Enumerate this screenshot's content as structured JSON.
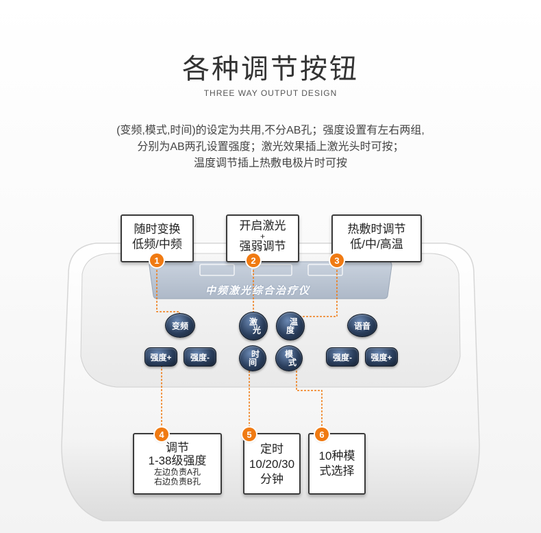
{
  "header": {
    "title": "各种调节按钮",
    "subtitle": "THREE WAY OUTPUT DESIGN",
    "description": [
      "(变频,模式,时间)的设定为共用,不分AB孔；强度设置有左右两组,",
      "分别为AB两孔设置强度；激光效果插上激光头时可按；",
      "温度调节插上热敷电极片时可按"
    ]
  },
  "device": {
    "panel_label": "中频激光综合治疗仪",
    "buttons": {
      "freq": "变频",
      "laser_top": "激",
      "laser_bottom": "光",
      "temp_top": "温",
      "temp_bottom": "度",
      "voice": "语音",
      "strength_up_left": "强度+",
      "strength_down_left": "强度-",
      "time_top": "时",
      "time_bottom": "间",
      "mode_top": "模",
      "mode_bottom": "式",
      "strength_down_right": "强度-",
      "strength_up_right": "强度+"
    }
  },
  "callouts": [
    {
      "number": "1",
      "lines": [
        "随时变换",
        "低频/中频"
      ]
    },
    {
      "number": "2",
      "lines": [
        "开启激光",
        "+",
        "强弱调节"
      ]
    },
    {
      "number": "3",
      "lines": [
        "热敷时调节",
        "低/中/高温"
      ]
    },
    {
      "number": "4",
      "lines": [
        "调节",
        "1-38级强度"
      ],
      "small": [
        "左边负责A孔",
        "右边负责B孔"
      ]
    },
    {
      "number": "5",
      "lines": [
        "定时",
        "10/20/30",
        "分钟"
      ]
    },
    {
      "number": "6",
      "lines": [
        "10种模",
        "式选择"
      ]
    }
  ],
  "colors": {
    "accent": "#f07a12",
    "button": "#2a3e5c",
    "callout_border": "#3a3a3a"
  }
}
